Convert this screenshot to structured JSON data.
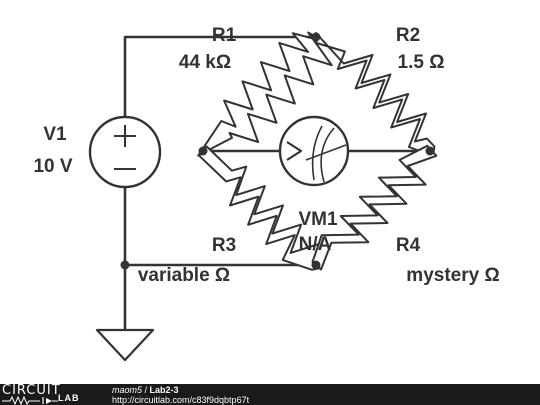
{
  "components": {
    "v1": {
      "name": "V1",
      "value": "10 V"
    },
    "r1": {
      "name": "R1",
      "value": "44 kΩ"
    },
    "r2": {
      "name": "R2",
      "value": "1.5 Ω"
    },
    "r3": {
      "name": "R3",
      "value": "variable Ω"
    },
    "r4": {
      "name": "R4",
      "value": "mystery Ω"
    },
    "vm1": {
      "name": "VM1",
      "value": "N/A"
    }
  },
  "footer": {
    "brand_top": "CIRCUIT",
    "brand_bottom": "LAB",
    "author": "maom5",
    "separator": " / ",
    "project": "Lab2-3",
    "url": "http://circuitlab.com/c83f9dqbtp67t"
  },
  "colors": {
    "ink": "#333333",
    "footer_bg": "#1a1a1a",
    "background": "#ffffff"
  }
}
